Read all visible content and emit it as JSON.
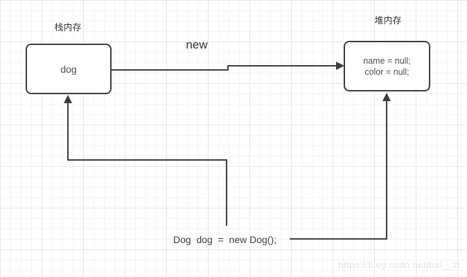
{
  "diagram": {
    "title_context": "Java object memory diagram",
    "stack_label": "栈内存",
    "heap_label": "堆内存",
    "new_label": "new",
    "stack_box": {
      "text": "dog"
    },
    "heap_box": {
      "line1": "name = null;",
      "line2": "color = null;"
    },
    "code": "Dog  dog  =  new Dog();",
    "watermark": "https://blog.csdn.net/hai__zi",
    "arrows": [
      {
        "name": "new-arrow",
        "from": "stack-box",
        "to": "heap-box"
      },
      {
        "name": "code-to-stack-arrow",
        "from": "code",
        "to": "stack-box"
      },
      {
        "name": "code-to-heap-arrow",
        "from": "code",
        "to": "heap-box"
      }
    ],
    "colors": {
      "stroke": "#3b3b3b",
      "box_fill": "#ffffff",
      "box_text": "#4d4d4d",
      "label_text": "#333333",
      "grid_minor": "#f4f4f4",
      "grid_major": "#e7e7e7",
      "watermark": "#e3e3e6",
      "background": "#ffffff"
    }
  }
}
